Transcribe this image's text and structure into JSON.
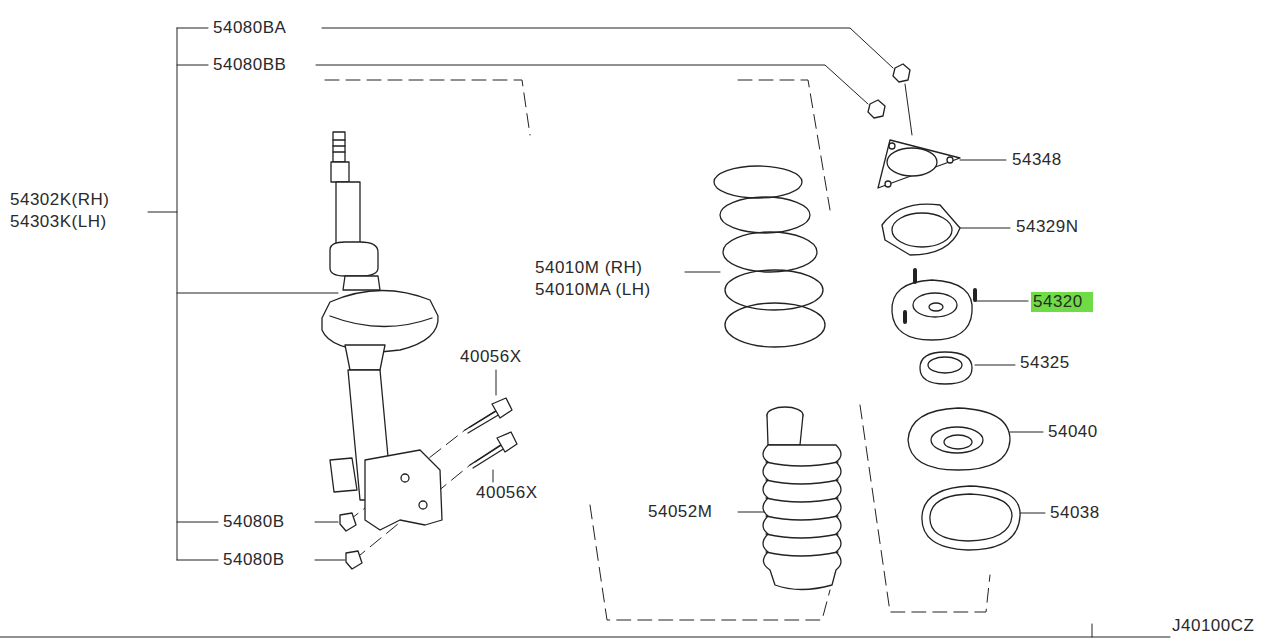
{
  "diagram": {
    "labels": [
      "54080BA",
      "54080BB",
      "54302K(RH)",
      "54303K(LH)",
      "54348",
      "54329N",
      "54010M (RH)",
      "54010MA (LH)",
      "54320",
      "40056X",
      "54325",
      "54040",
      "40056X",
      "54080B",
      "54052M",
      "54038",
      "54080B",
      "J40100CZ"
    ]
  }
}
